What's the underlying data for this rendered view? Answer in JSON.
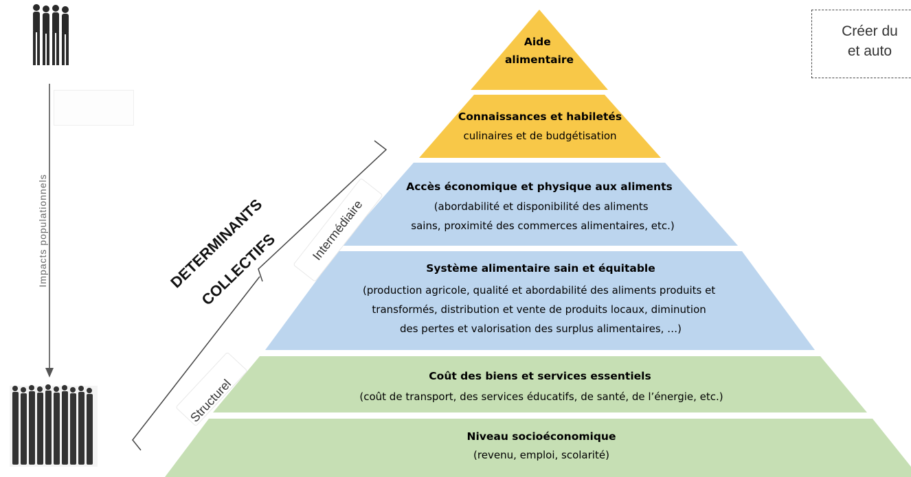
{
  "pyramid": {
    "levels": [
      {
        "title_lines": [
          "Aide",
          "alimentaire"
        ],
        "body_lines": [],
        "fill": "#f8c848"
      },
      {
        "title_lines": [
          "Connaissances et habiletés"
        ],
        "body_lines": [
          "culinaires et de budgétisation"
        ],
        "fill": "#f8c848"
      },
      {
        "title_lines": [
          "Accès économique et physique aux aliments"
        ],
        "body_lines": [
          "(abordabilité et disponibilité des aliments",
          "sains, proximité des commerces alimentaires, etc.)"
        ],
        "fill": "#bcd5ee"
      },
      {
        "title_lines": [
          "Système alimentaire sain et équitable"
        ],
        "body_lines": [
          "(production agricole, qualité et abordabilité des aliments produits et",
          "transformés, distribution et vente de produits locaux, diminution",
          "des pertes et valorisation des surplus alimentaires, …)"
        ],
        "fill": "#bcd5ee"
      },
      {
        "title_lines": [
          "Coût des biens et services essentiels"
        ],
        "body_lines": [
          "(coût de transport, des services éducatifs, de santé, de l’énergie, etc.)"
        ],
        "fill": "#c6dfb4"
      },
      {
        "title_lines": [
          "Niveau socioéconomique"
        ],
        "body_lines": [
          "(revenu, emploi, scolarité)"
        ],
        "fill": "#c6dfb4"
      }
    ]
  },
  "side_labels": {
    "impacts": "Impacts populationnels",
    "determinants_line1": "DETERMINANTS",
    "determinants_line2": "COLLECTIFS",
    "intermediaire": "Intermédiaire",
    "structurel": "Structurel"
  },
  "callout": {
    "line1": "Créer du",
    "line2": "et auto"
  },
  "icons": [
    "small-group-people-icon",
    "large-crowd-people-icon",
    "arrow-down-icon"
  ],
  "colors": {
    "yellow": "#f8c848",
    "blue": "#bcd5ee",
    "green": "#c6dfb4"
  }
}
